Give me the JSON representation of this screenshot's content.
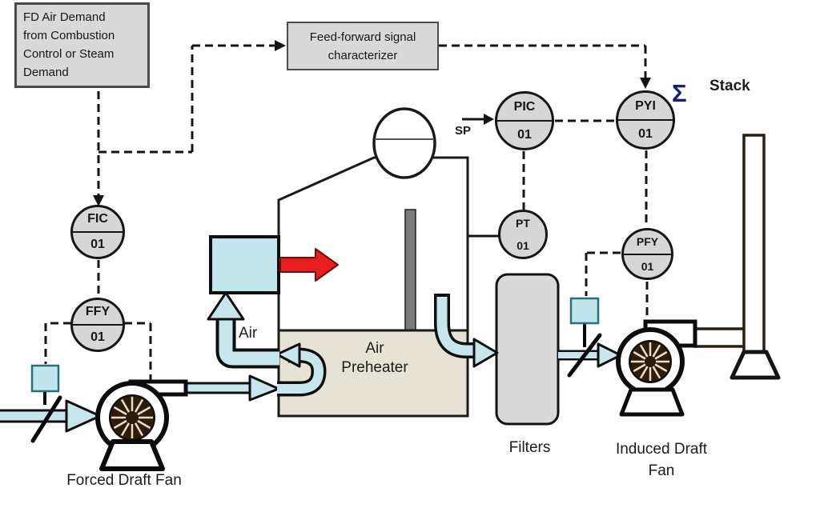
{
  "boxes": {
    "fd_demand": {
      "line1": "FD Air Demand",
      "line2": "from Combustion",
      "line3": "Control or Steam",
      "line4": "Demand"
    },
    "characterizer": {
      "line1": "Feed-forward signal",
      "line2": "characterizer"
    }
  },
  "instruments": {
    "fic": {
      "tag": "FIC",
      "loop": "01"
    },
    "ffy": {
      "tag": "FFY",
      "loop": "01"
    },
    "pic": {
      "tag": "PIC",
      "loop": "01"
    },
    "pt": {
      "tag": "PT",
      "loop": "01"
    },
    "pyi": {
      "tag": "PYI",
      "loop": "01"
    },
    "pfy": {
      "tag": "PFY",
      "loop": "01"
    }
  },
  "labels": {
    "sp": "SP",
    "sigma": "Σ",
    "stack": "Stack",
    "air": "Air",
    "preheater_line1": "Air",
    "preheater_line2": "Preheater",
    "filters": "Filters",
    "forced_draft_fan": "Forced Draft Fan",
    "induced_draft_fan_line1": "Induced Draft",
    "induced_draft_fan_line2": "Fan"
  },
  "colors": {
    "pipe_fill": "#c7e6ec",
    "damper_fill": "#bfe4ea",
    "instrument_fill": "#d6d6d6",
    "box_fill": "#d9d9d9",
    "preheater_fill": "#e6e2d6",
    "filter_fill": "#d9d9d9",
    "red_arrow": "#e81e1e",
    "sigma_color": "#1b1b7a",
    "stack_outline": "#2a1e12",
    "line_color": "#141414"
  }
}
